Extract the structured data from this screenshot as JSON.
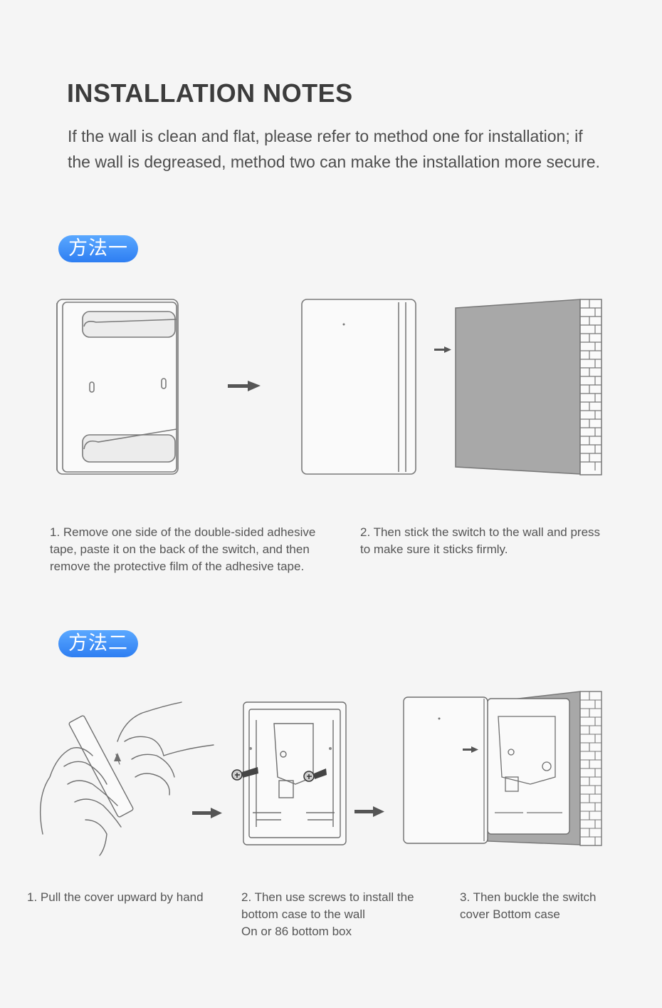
{
  "page": {
    "title": "INSTALLATION NOTES",
    "intro": "If the wall is clean and flat, please refer to method one for installation; if the wall is degreased, method two can make the installation more secure."
  },
  "method_one": {
    "label": "方法一",
    "steps": [
      {
        "lines": [
          "1. Remove one side of the double-sided adhesive",
          "tape, paste it on the back of the switch, and then",
          "remove the protective film of the adhesive tape."
        ]
      },
      {
        "lines": [
          "2. Then stick the switch to the wall and press",
          "to make sure it sticks firmly."
        ]
      }
    ]
  },
  "method_two": {
    "label": "方法二",
    "steps": [
      {
        "lines": [
          "1. Pull the cover upward by hand"
        ]
      },
      {
        "lines": [
          "2. Then use screws to install the",
          "bottom case to the wall",
          "On or 86 bottom box"
        ]
      },
      {
        "lines": [
          "3. Then buckle the switch",
          "cover Bottom case"
        ]
      }
    ]
  },
  "colors": {
    "accent": "#3a8cf7",
    "line": "#777777",
    "wall": "#a8a8a8"
  }
}
